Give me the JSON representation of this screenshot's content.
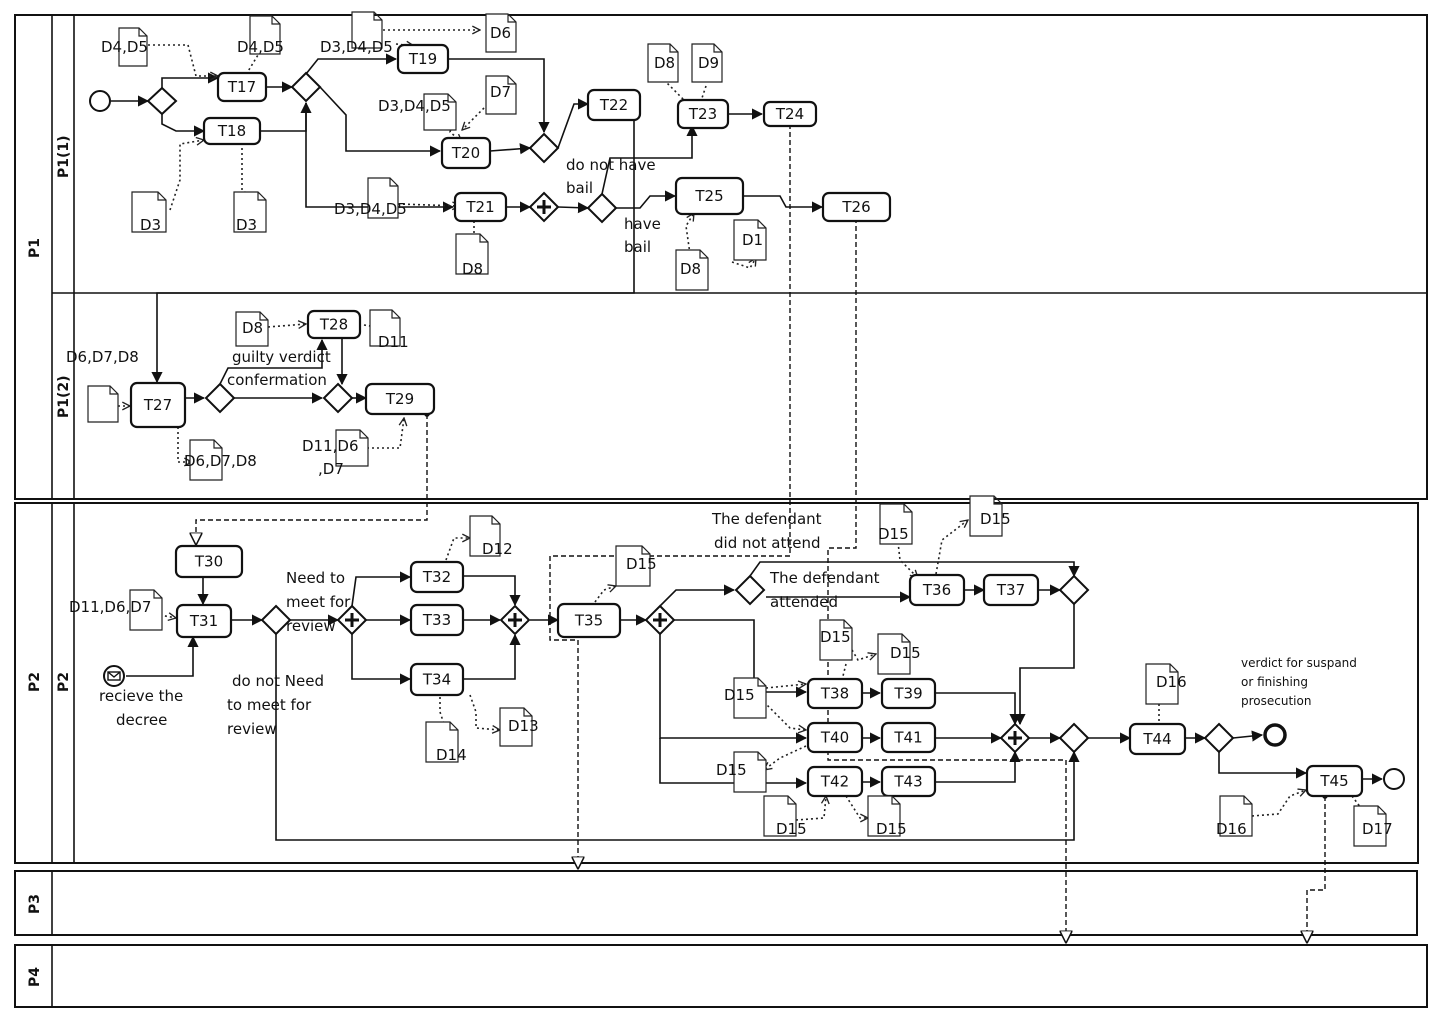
{
  "pools": [
    {
      "id": "P1",
      "name": "P1",
      "lanes": [
        {
          "id": "L1",
          "name": "P1(1)"
        },
        {
          "id": "L2",
          "name": "P1(2)"
        }
      ]
    },
    {
      "id": "P2",
      "name": "P2",
      "lanes": [
        {
          "id": "L3",
          "name": "P2"
        }
      ]
    },
    {
      "id": "P3",
      "name": "P3",
      "lanes": []
    },
    {
      "id": "P4",
      "name": "P4",
      "lanes": []
    }
  ],
  "tasks": [
    "T17",
    "T18",
    "T19",
    "T20",
    "T21",
    "T22",
    "T23",
    "T24",
    "T25",
    "T26",
    "T27",
    "T28",
    "T29",
    "T30",
    "T31",
    "T32",
    "T33",
    "T34",
    "T35",
    "T36",
    "T37",
    "T38",
    "T39",
    "T40",
    "T41",
    "T42",
    "T43",
    "T44",
    "T45"
  ],
  "documents": {
    "d_t17": "D4,D5",
    "d_t17b": "D4,D5",
    "d_t19a": "D3,D4,D5",
    "d_t19b": "D6",
    "d_t20a": "D3,D4,D5",
    "d_t20b": "D7",
    "d_t18a": "D3",
    "d_t18b": "D3",
    "d_t21a": "D3,D4,D5",
    "d_t21b": "D8",
    "d_t23a": "D8",
    "d_t23b": "D9",
    "d_t25a": "D8",
    "d_t25b": "D1",
    "d_t28a": "D8",
    "d_t28b": "D11",
    "d_t27a": "D6,D7,D8",
    "d_t27b": "",
    "d_t27c": "D6,D7,D8",
    "d_t29a": "D11,D6",
    "d_t29a2": ",D7",
    "d_t31": "D11,D6,D7",
    "d_t32": "D12",
    "d_t34a": "D14",
    "d_t34b": "D13",
    "d_t35": "D15",
    "d_t36a": "D15",
    "d_t36b": "D15",
    "d_t38a": "D15",
    "d_t38b": "D15",
    "d_t38c": "D15",
    "d_t40": "D15",
    "d_t42a": "D15",
    "d_t42b": "D15",
    "d_t44": "D16",
    "d_t45a": "D16",
    "d_t45b": "D17"
  },
  "annotations": {
    "no_bail_1": "do not have",
    "no_bail_2": "bail",
    "bail_1": "have",
    "bail_2": "bail",
    "guilty_1": "guilty verdict",
    "guilty_2": "confermation",
    "need_1": "Need to",
    "need_2": "meet for",
    "need_3": "review",
    "noneed_1": "do not Need",
    "noneed_2": "to meet for",
    "noneed_3": "review",
    "receive_1": "recieve the",
    "receive_2": "decree",
    "notattend_1": "The defendant",
    "notattend_2": "did not attend",
    "attend_1": "The defendant",
    "attend_2": "attended",
    "verdict_1": "verdict for suspand",
    "verdict_2": "or finishing",
    "verdict_3": "prosecution"
  }
}
